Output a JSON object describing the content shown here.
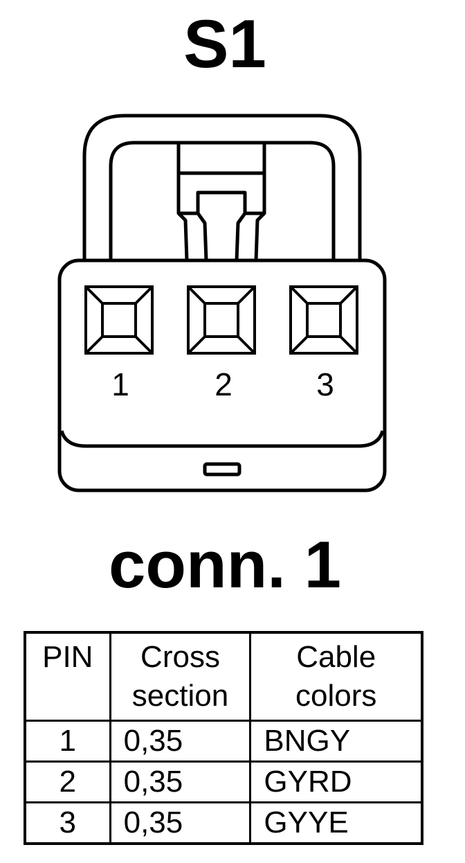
{
  "title": "S1",
  "connector": {
    "pins": [
      {
        "label": "1"
      },
      {
        "label": "2"
      },
      {
        "label": "3"
      }
    ]
  },
  "subtitle": "conn. 1",
  "table": {
    "headers": [
      {
        "lines": [
          "PIN"
        ]
      },
      {
        "lines": [
          "Cross",
          "section"
        ]
      },
      {
        "lines": [
          "Cable",
          "colors"
        ]
      }
    ],
    "rows": [
      {
        "pin": "1",
        "cross_section": "0,35",
        "colors": "BNGY"
      },
      {
        "pin": "2",
        "cross_section": "0,35",
        "colors": "GYRD"
      },
      {
        "pin": "3",
        "cross_section": "0,35",
        "colors": "GYYE"
      }
    ]
  }
}
